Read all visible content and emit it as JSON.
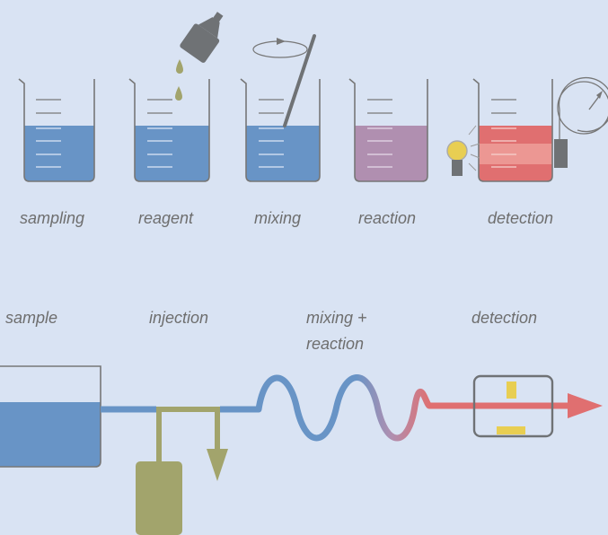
{
  "top_row": {
    "labels": [
      "sampling",
      "reagent",
      "mixing",
      "reaction",
      "detection"
    ]
  },
  "bottom_row": {
    "labels": {
      "sample": "sample",
      "injection": "injection",
      "mixing_reaction_line1": "mixing +",
      "mixing_reaction_line2": "reaction",
      "detection": "detection"
    }
  },
  "colors": {
    "background": "#d9e3f3",
    "liquid_blue": "#6894c6",
    "liquid_purple": "#b08fb0",
    "liquid_red": "#e06f70",
    "reagent_green": "#a2a46c",
    "outline": "#777777",
    "dark_gray": "#6f7275",
    "bulb_yellow": "#e8ce52"
  },
  "icons": [
    "dropper-bottle-icon",
    "drop-icon",
    "rotation-arrow-icon",
    "stir-rod-icon",
    "lamp-icon",
    "meter-dial-icon",
    "flow-arrow-icon"
  ]
}
